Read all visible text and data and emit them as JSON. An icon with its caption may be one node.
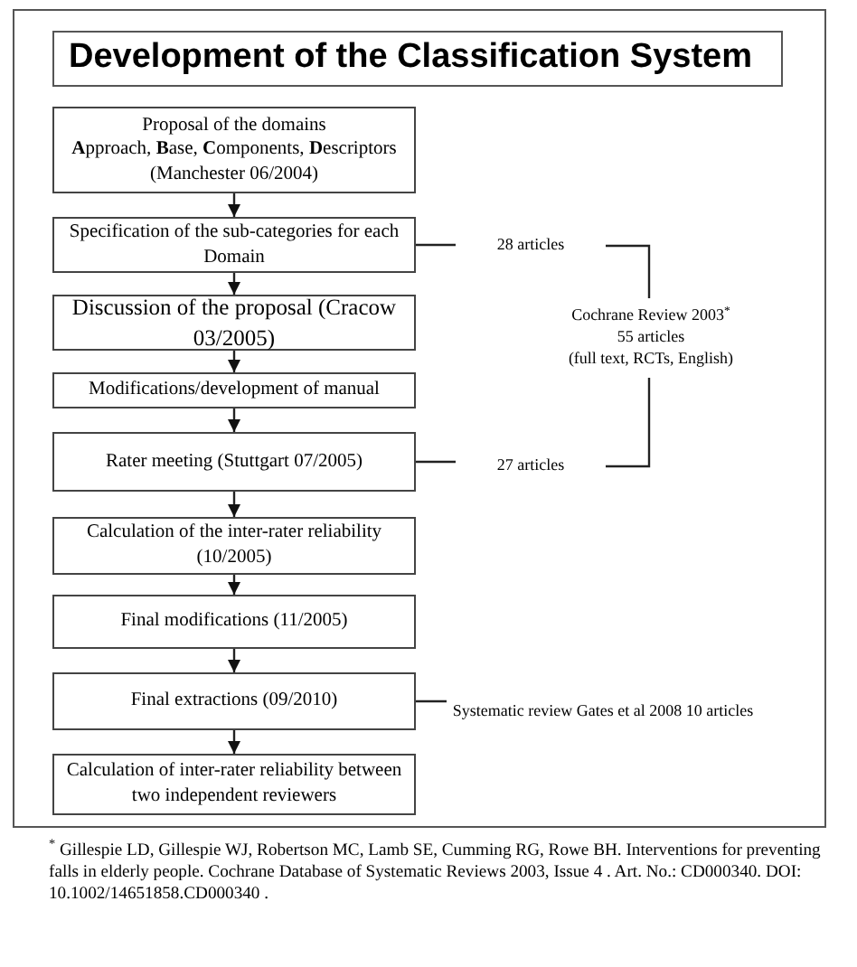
{
  "diagram": {
    "title": "Development of the Classification System",
    "nodes": [
      {
        "text": [
          "Proposal of the domains",
          "**A**pproach, **B**ase, **C**omponents, **D**escriptors",
          "(Manchester 06/2004)"
        ]
      },
      {
        "text": [
          "Specification of the sub-categories for each Domain"
        ]
      },
      {
        "text": [
          "Discussion of the proposal (Cracow 03/2005)"
        ]
      },
      {
        "text": [
          "Modifications/development of manual"
        ]
      },
      {
        "text": [
          "Rater meeting (Stuttgart 07/2005)"
        ]
      },
      {
        "text": [
          "Calculation of the inter-rater reliability (10/2005)"
        ]
      },
      {
        "text": [
          "Final modifications (11/2005)"
        ]
      },
      {
        "text": [
          "Final extractions (09/2010)"
        ]
      },
      {
        "text": [
          "Calculation of inter-rater reliability between two independent reviewers"
        ]
      },
      {
        "text": [
          "28 articles"
        ]
      },
      {
        "text": [
          "Cochrane Review 2003$^{*}$",
          "55 articles",
          "(full text, RCTs, English)"
        ]
      },
      {
        "text": [
          "27 articles"
        ]
      },
      {
        "text": [
          "Systematic review Gates et al 2008 10 articles"
        ]
      }
    ],
    "edges": [
      {
        "from": 0,
        "to": 1,
        "arrow": "to"
      },
      {
        "from": 1,
        "to": 2,
        "arrow": "to"
      },
      {
        "from": 2,
        "to": 3,
        "arrow": "to"
      },
      {
        "from": 3,
        "to": 4,
        "arrow": "to"
      },
      {
        "from": 4,
        "to": 5,
        "arrow": "to"
      },
      {
        "from": 5,
        "to": 6,
        "arrow": "to"
      },
      {
        "from": 6,
        "to": 7,
        "arrow": "to"
      },
      {
        "from": 7,
        "to": 8,
        "arrow": "to"
      },
      {
        "from": 9,
        "to": 1,
        "arrow": "none"
      },
      {
        "from": 10,
        "to": 9,
        "arrow": "none"
      },
      {
        "from": 10,
        "to": 11,
        "arrow": "none"
      },
      {
        "from": 11,
        "to": 4,
        "arrow": "none"
      },
      {
        "from": 12,
        "to": 7,
        "arrow": "none"
      }
    ],
    "labels": [
      "$^{*}$ Gillespie LD, Gillespie WJ, Robertson MC, Lamb SE, Cumming RG, Rowe BH. Interventions for preventing falls in elderly people. Cochrane Database of Systematic Reviews 2003, Issue 4 . Art. No.: CD000340. DOI: 10.1002/14651858.CD000340 ."
    ]
  }
}
